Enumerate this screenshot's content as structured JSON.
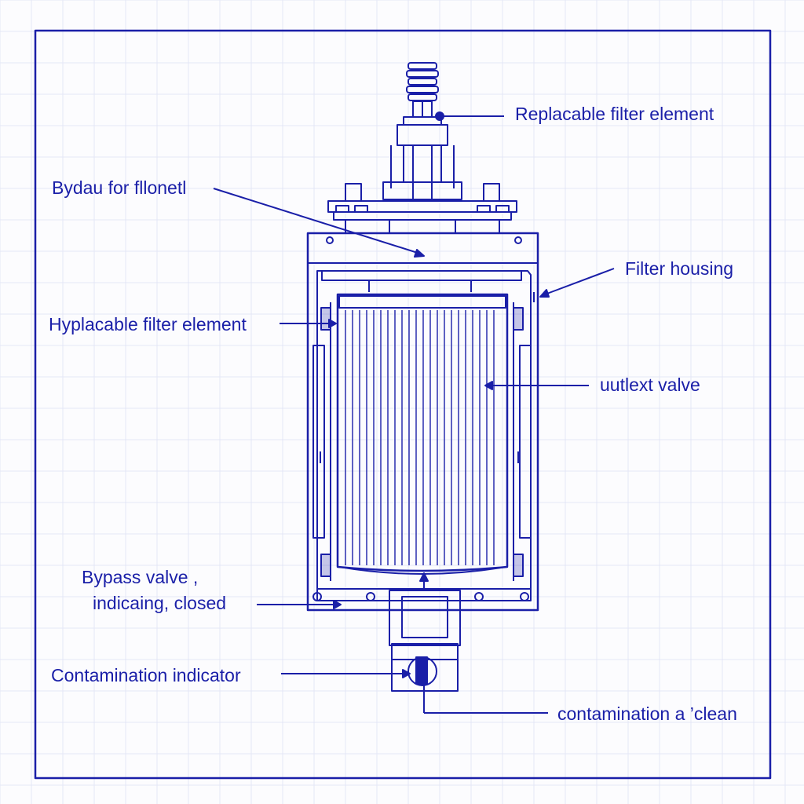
{
  "colors": {
    "ink": "#1a1fa8",
    "background": "#fcfcfe",
    "grid": "#e4e7f6"
  },
  "diagram": {
    "labels": {
      "replaceable_top": "Replacable filter element",
      "bypass_top": "Bydau for fllonetl",
      "filter_housing": "Filter housing",
      "replaceable_left": "Hyplacable filter element",
      "outlet_valve": "uutlext valve",
      "bypass_valve_line1": "Bypass valve ,",
      "bypass_valve_line2": "indicaing, closed",
      "contamination_indicator": "Contamination indicator",
      "contamination_clean": "contamination a ’clean"
    }
  }
}
